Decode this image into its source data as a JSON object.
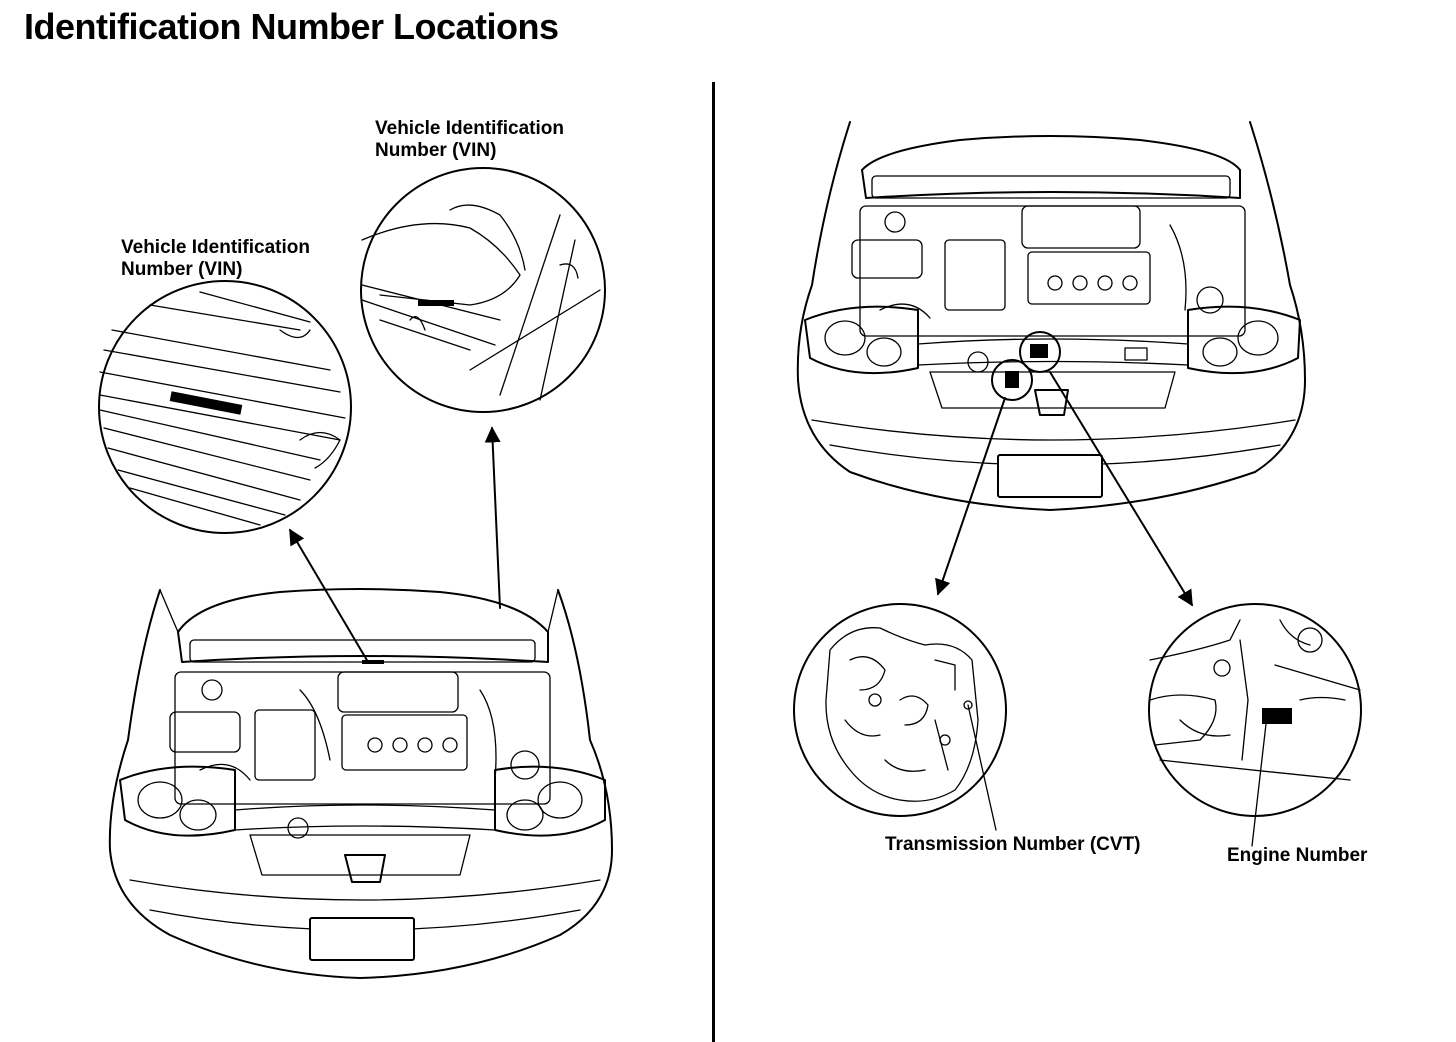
{
  "title": "Identification Number Locations",
  "left_panel": {
    "callout_vin_windshield": {
      "line1": "Vehicle Identification",
      "line2": "Number (VIN)"
    },
    "callout_vin_dash": {
      "line1": "Vehicle Identification",
      "line2": "Number (VIN)"
    }
  },
  "right_panel": {
    "callout_transmission": "Transmission Number (CVT)",
    "callout_engine": "Engine Number"
  },
  "colors": {
    "ink": "#000000",
    "paper": "#ffffff"
  }
}
